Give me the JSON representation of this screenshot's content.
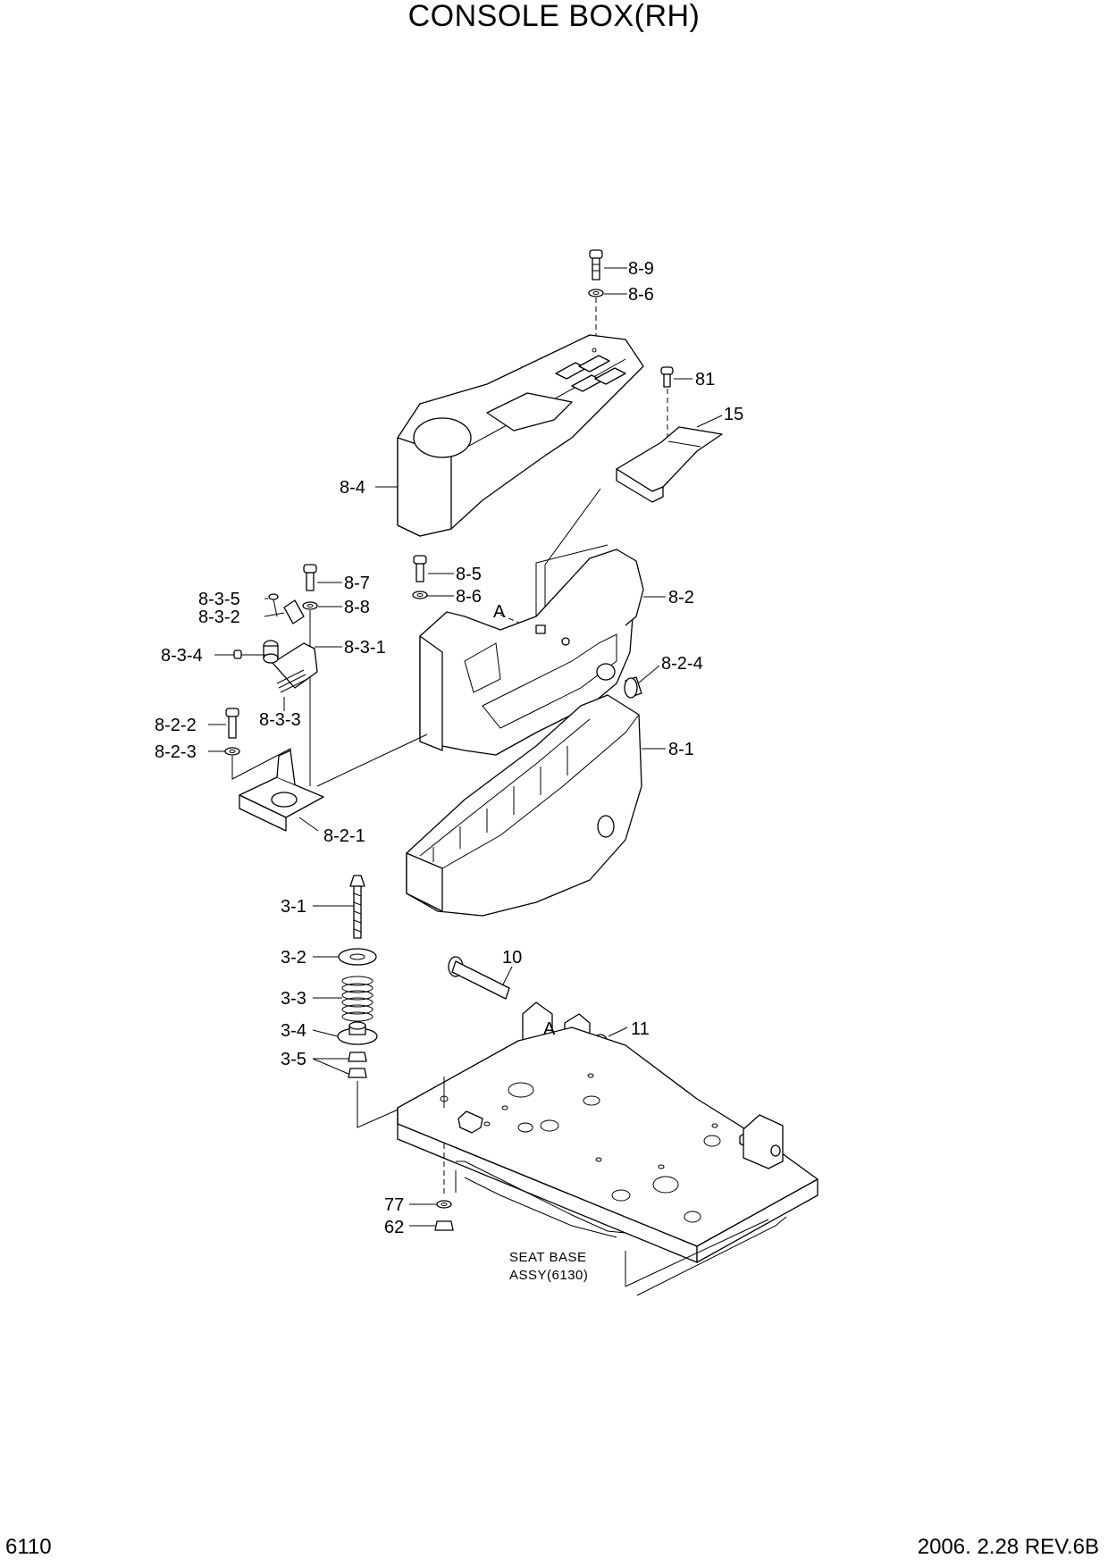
{
  "title": "CONSOLE BOX(RH)",
  "footer": {
    "page_number": "6110",
    "revision": "2006. 2.28  REV.6B"
  },
  "labels": {
    "p8_9": "8-9",
    "p8_6_top": "8-6",
    "p81": "81",
    "p15": "15",
    "p8_4": "8-4",
    "p8_7": "8-7",
    "p8_5": "8-5",
    "p8_3_5": "8-3-5",
    "p8_8": "8-8",
    "p8_6_mid": "8-6",
    "p8_2": "8-2",
    "ref_a_top": "A",
    "p8_3_2": "8-3-2",
    "p8_3_1": "8-3-1",
    "p8_3_4": "8-3-4",
    "p8_2_4": "8-2-4",
    "p8_2_2": "8-2-2",
    "p8_3_3": "8-3-3",
    "p8_2_3": "8-2-3",
    "p8_1": "8-1",
    "p8_2_1": "8-2-1",
    "p3_1": "3-1",
    "p3_2": "3-2",
    "p10": "10",
    "p3_3": "3-3",
    "p3_4": "3-4",
    "ref_a_bottom": "A",
    "p11": "11",
    "p3_5": "3-5",
    "p77": "77",
    "p62": "62"
  },
  "notes": {
    "seat_base_line1": "SEAT BASE",
    "seat_base_line2": "ASSY(6130)"
  }
}
